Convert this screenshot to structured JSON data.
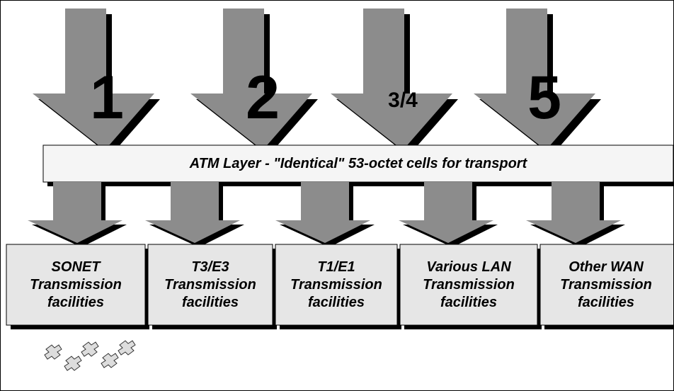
{
  "aal_numbers": [
    "1",
    "2",
    "3/4",
    "5"
  ],
  "atm_layer": {
    "label": "ATM Layer - \"Identical\" 53-octet cells for transport"
  },
  "facilities": [
    {
      "text": "SONET\nTransmission\nfacilities"
    },
    {
      "text": "T3/E3\nTransmission\nfacilities"
    },
    {
      "text": "T1/E1\nTransmission\nfacilities"
    },
    {
      "text": "Various LAN\nTransmission\nfacilities"
    },
    {
      "text": "Other WAN\nTransmission\nfacilities"
    }
  ],
  "colors": {
    "arrow_fill": "#8c8c8c",
    "arrow_shadow": "#000000",
    "bar_fill": "#f5f5f5",
    "box_fill": "#e6e6e6"
  },
  "icons": [
    "puzzle-pieces-icon"
  ]
}
